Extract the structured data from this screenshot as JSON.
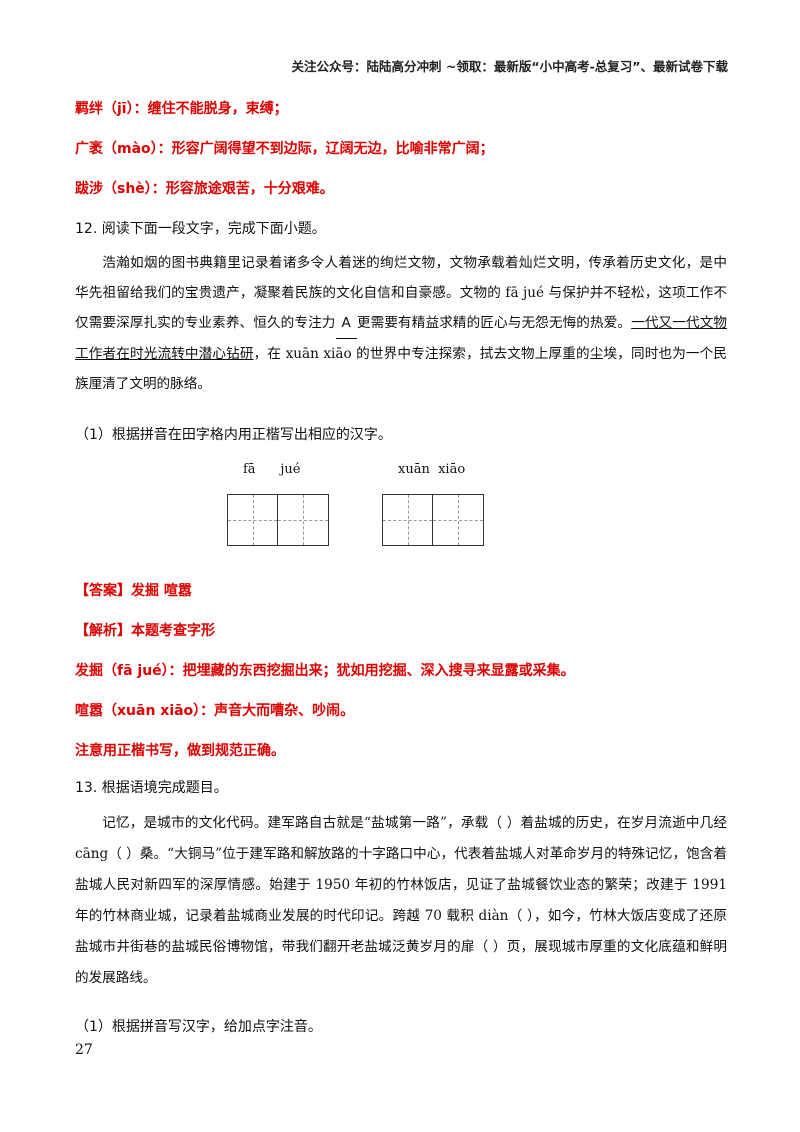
{
  "header": "关注公众号：陆陆高分冲刺 ~领取：最新版“小中高考-总复习”、最新试卷下载",
  "top_answers": [
    "羁绊（jī）：缠住不能脱身，束缚；",
    "广袤（mào）：形容广阔得望不到边际，辽阔无边，比喻非常广阔；",
    "跋涉（shè）：形容旅途艰苦，十分艰难。"
  ],
  "q12": {
    "title": "12. 阅读下面一段文字，完成下面小题。",
    "para_part1": "浩瀚如烟的图书典籍里记录着诸多令人着迷的绚烂文物，文物承载着灿烂文明，传承着历史文化，是中华先祖留给我们的宝贵遗产，凝聚着民族的文化自信和自豪感。文物的 fā jué 与保护并不轻松，这项工作不仅需要深厚扎实的专业素养、恒久的专注力",
    "blank": "A",
    "para_part2": "更需要有精益求精的匠心与无怨无悔的热爱。",
    "para_underlined": "一代又一代文物工作者在时光流转中潜心钻研",
    "para_part3": "，在 xuān xiāo 的世界中专注探索，拭去文物上厚重的尘埃，同时也为一个民族厘清了文明的脉络。",
    "sub1": "（1）根据拼音在田字格内用正楷写出相应的汉字。",
    "pinyin1": "fā      jué",
    "pinyin2": "xuān  xiāo",
    "answer": "【答案】发掘  喧嚣",
    "analysis_title": "【解析】本题考查字形",
    "analysis_lines": [
      "发掘（fā jué）：把埋藏的东西挖掘出来；犹如用挖掘、深入搜寻来显露或采集。",
      "喧嚣（xuān xiāo）：声音大而嘈杂、吵闹。",
      "注意用正楷书写，做到规范正确。"
    ]
  },
  "q13": {
    "title": "13. 根据语境完成题目。",
    "para": "记忆，是城市的文化代码。建军路自古就是“盐城第一路”，承载（    ）着盐城的历史，在岁月流逝中几经 cāng（    ）桑。“大铜马”位于建军路和解放路的十字路口中心，代表着盐城人对革命岁月的特殊记忆，饱含着盐城人民对新四军的深厚情感。始建于 1950 年初的竹林饭店，见证了盐城餐饮业态的繁荣；改建于 1991 年的竹林商业城，记录着盐城商业发展的时代印记。跨越 70 载积 diàn（    ），如今，竹林大饭店变成了还原盐城市井街巷的盐城民俗博物馆，带我们翻开老盐城泛黄岁月的扉（    ）页，展现城市厚重的文化底蕴和鲜明的发展路线。",
    "sub1": "（1）根据拼音写汉字，给加点字注音。"
  },
  "page_number": "27"
}
